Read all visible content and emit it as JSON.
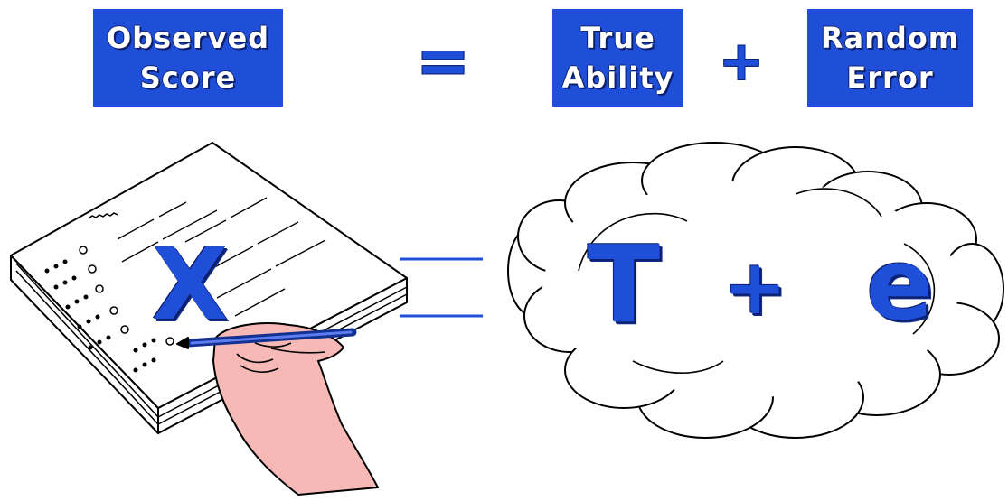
{
  "equation_top": {
    "observed_score": [
      "Observed",
      "Score"
    ],
    "equals": "=",
    "true_ability": [
      "True",
      "Ability"
    ],
    "plus": "+",
    "random_error": [
      "Random",
      "Error"
    ]
  },
  "equation_symbols": {
    "x": "X",
    "t": "T",
    "plus": "+",
    "e": "e"
  },
  "colors": {
    "accent_blue": "#1f4fd8",
    "label_text": "#ffffff",
    "hand_skin": "#f6b9b5"
  },
  "illustrations": {
    "left": "answer-sheet-with-hand-and-pen",
    "right": "cloud"
  }
}
